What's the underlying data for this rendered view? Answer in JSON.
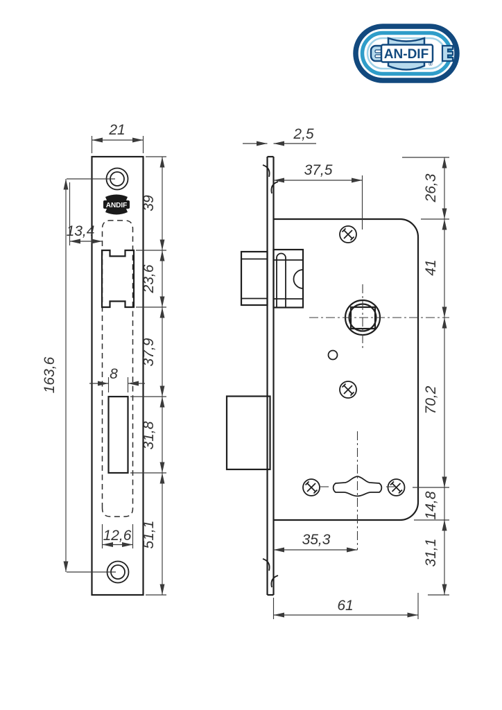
{
  "logo": {
    "text": "AN-DIF",
    "registered": "®",
    "colors": {
      "navy": "#12497e",
      "mid_blue": "#2f9dc9",
      "light_blue": "#9fd1e7",
      "fill_blue": "#b7daed"
    }
  },
  "front_view": {
    "stamp": {
      "text": "ANDIF"
    },
    "dims": {
      "plate_width": "21",
      "top_section": "39",
      "hole_offset": "13,4",
      "latch_opening": "23,6",
      "mid_section": "37,9",
      "bolt_opening_width": "8",
      "bolt_opening_height": "31,8",
      "bottom_section": "51,1",
      "case_width": "12,6",
      "screw_distance": "163,6"
    }
  },
  "side_view": {
    "dims": {
      "plate_thickness": "2,5",
      "hub_backset": "37,5",
      "top_offset": "26,3",
      "body_top_to_hub": "41",
      "hub_to_keyhole": "70,2",
      "keyhole_to_bottom": "14,8",
      "keyhole_backset": "35,3",
      "bottom_offset": "31,1",
      "case_depth": "61"
    }
  }
}
